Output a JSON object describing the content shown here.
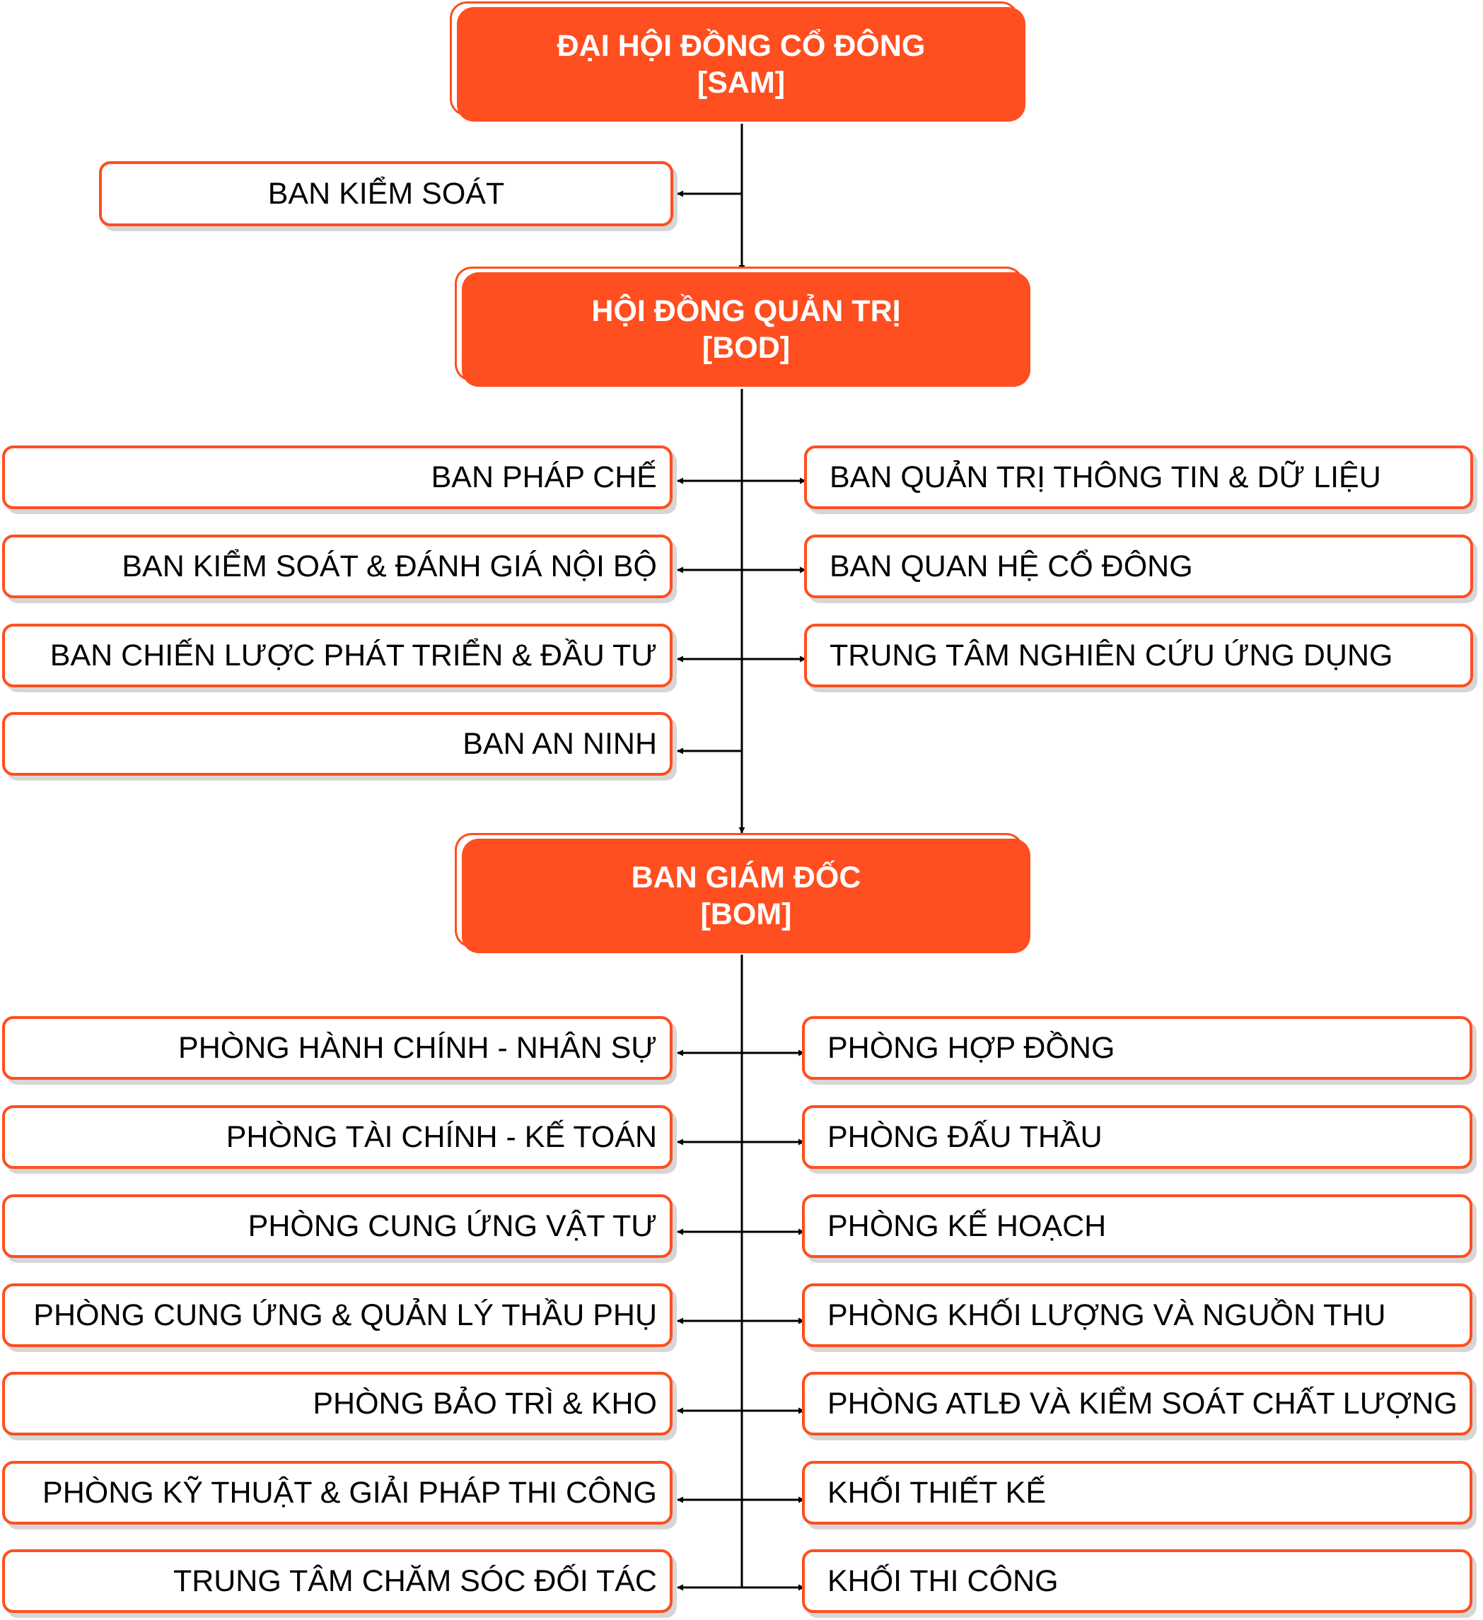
{
  "colors": {
    "accent": "#FF4E1F",
    "line": "#000000",
    "shadow": "#d6d6d6"
  },
  "sam": {
    "title": "ĐẠI HỘI ĐỒNG CỔ ĐÔNG",
    "code": "[SAM]"
  },
  "supervisory": "BAN KIỂM SOÁT",
  "bod": {
    "title": "HỘI ĐỒNG QUẢN TRỊ",
    "code": "[BOD]"
  },
  "bod_left": [
    "BAN PHÁP CHẾ",
    "BAN KIỂM SOÁT & ĐÁNH GIÁ NỘI BỘ",
    "BAN CHIẾN LƯỢC PHÁT TRIỂN & ĐẦU TƯ",
    "BAN AN NINH"
  ],
  "bod_right": [
    "BAN QUẢN TRỊ THÔNG TIN & DỮ LIỆU",
    "BAN QUAN HỆ CỔ ĐÔNG",
    "TRUNG TÂM NGHIÊN CỨU ỨNG DỤNG"
  ],
  "bom": {
    "title": "BAN GIÁM ĐỐC",
    "code": "[BOM]"
  },
  "bom_left": [
    "PHÒNG HÀNH CHÍNH - NHÂN SỰ",
    "PHÒNG TÀI CHÍNH - KẾ TOÁN",
    "PHÒNG CUNG ỨNG VẬT TƯ",
    "PHÒNG CUNG ỨNG & QUẢN LÝ THẦU PHỤ",
    "PHÒNG BẢO TRÌ & KHO",
    "PHÒNG KỸ THUẬT & GIẢI PHÁP THI CÔNG",
    "TRUNG TÂM CHĂM SÓC ĐỐI TÁC"
  ],
  "bom_right": [
    "PHÒNG HỢP ĐỒNG",
    "PHÒNG ĐẤU THẦU",
    "PHÒNG KẾ HOẠCH",
    "PHÒNG KHỐI LƯỢNG VÀ NGUỒN THU",
    "PHÒNG ATLĐ VÀ KIỂM SOÁT CHẤT LƯỢNG",
    "KHỐI THIẾT KẾ",
    "KHỐI THI CÔNG"
  ]
}
